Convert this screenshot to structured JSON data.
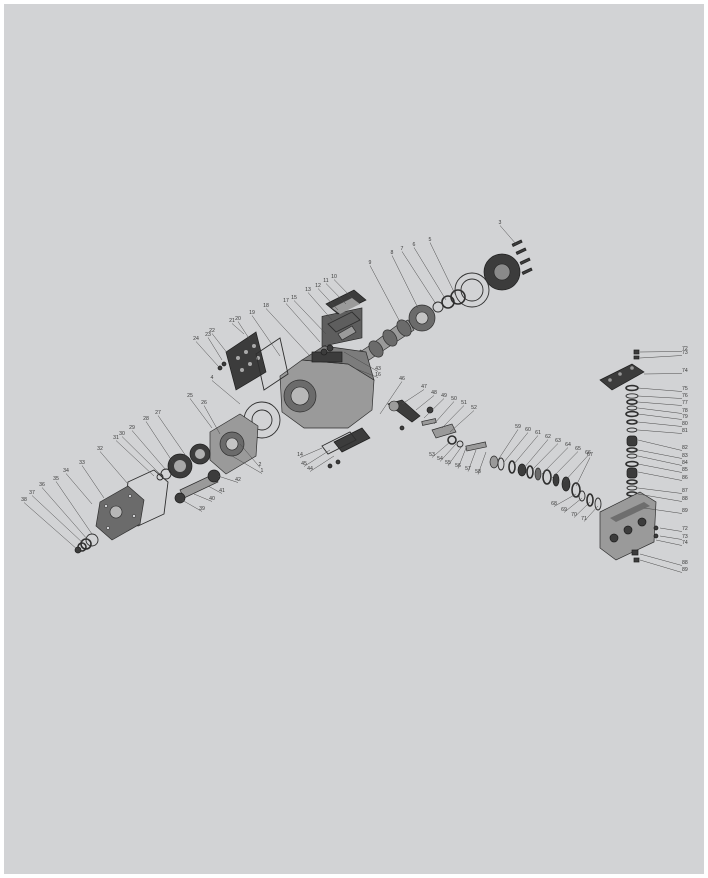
{
  "diagram": {
    "title": "",
    "callouts": {
      "left": [
        "1",
        "2",
        "3",
        "4",
        "5",
        "6",
        "7",
        "8",
        "9",
        "10",
        "11",
        "12",
        "13",
        "14",
        "15",
        "16",
        "17",
        "18",
        "19",
        "20",
        "21",
        "22",
        "23",
        "24",
        "25",
        "26",
        "27",
        "28",
        "29",
        "30",
        "31",
        "32",
        "33",
        "34",
        "35",
        "36",
        "37",
        "38",
        "39",
        "40",
        "41",
        "42",
        "43",
        "44",
        "45",
        "46"
      ],
      "center": [
        "47",
        "48",
        "49",
        "50",
        "51",
        "52",
        "53",
        "54",
        "55",
        "56",
        "57",
        "58",
        "59",
        "60",
        "61",
        "62",
        "63",
        "64",
        "65",
        "66",
        "67",
        "68",
        "69",
        "70",
        "71"
      ],
      "right": [
        "72",
        "73",
        "74",
        "75",
        "76",
        "77",
        "78",
        "79",
        "80",
        "81",
        "82",
        "83",
        "84",
        "85",
        "86",
        "87",
        "88",
        "89"
      ]
    },
    "colors": {
      "page": "#ffffff",
      "sheet": "#d2d3d5",
      "ink": "#2e2e2e"
    }
  }
}
